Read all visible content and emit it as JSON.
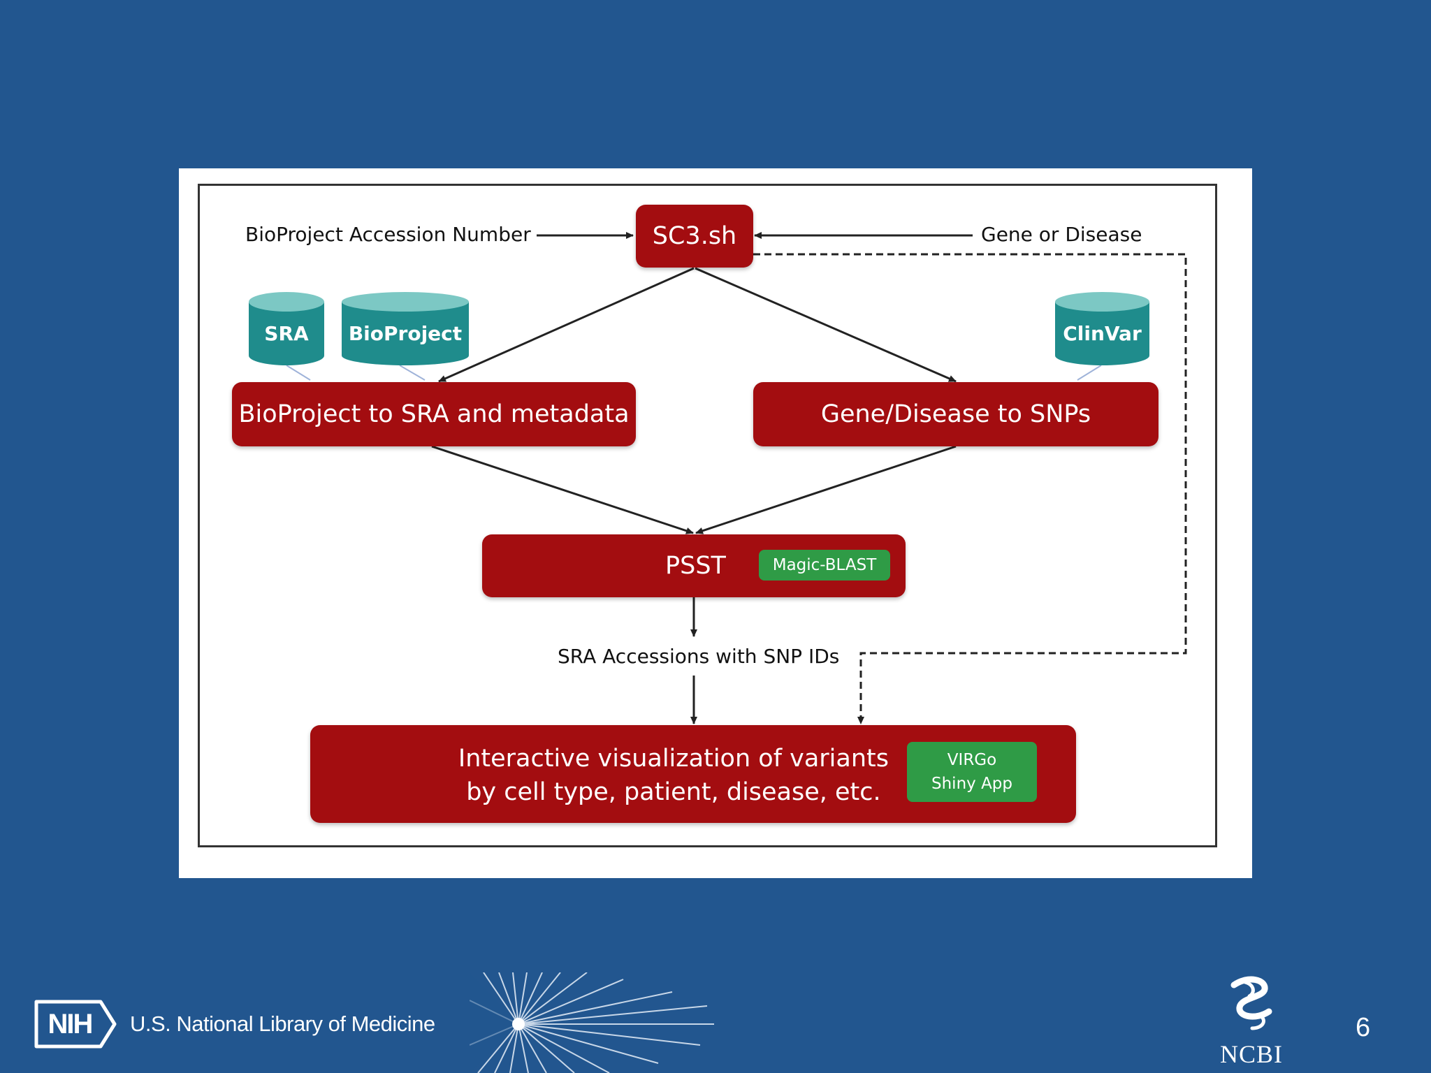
{
  "diagram": {
    "input_left": "BioProject Accession Number",
    "input_right": "Gene or Disease",
    "sc3": "SC3.sh",
    "db_sra": "SRA",
    "db_bioproject": "BioProject",
    "db_clinvar": "ClinVar",
    "step_bioproject": "BioProject to SRA and metadata",
    "step_gene": "Gene/Disease to SNPs",
    "psst": "PSST",
    "magic_blast": "Magic-BLAST",
    "accessions_label": "SRA Accessions with SNP IDs",
    "viz_line1": "Interactive visualization of variants",
    "viz_line2": "by cell type, patient, disease, etc.",
    "virgo_line1": "VIRGo",
    "virgo_line2": "Shiny App"
  },
  "footer": {
    "nih_logo": "NIH",
    "nlm": "U.S. National Library of Medicine",
    "ncbi": "NCBI",
    "page_number": "6"
  },
  "colors": {
    "background": "#22568f",
    "process_red": "#a30d10",
    "tool_green": "#2f9b46",
    "database_teal": "#1f8c8c"
  }
}
